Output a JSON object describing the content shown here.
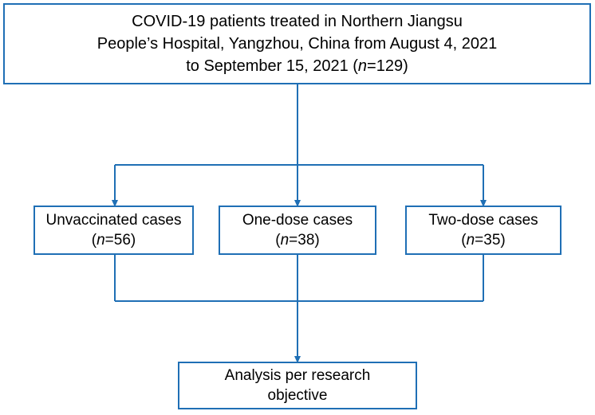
{
  "colors": {
    "stroke": "#1f6fb5",
    "text": "#000000",
    "background": "#ffffff"
  },
  "nodes": {
    "source": {
      "line1": "COVID-19 patients treated in Northern Jiangsu",
      "line2": "People’s Hospital, Yangzhou, China from August 4, 2021",
      "line3_prefix": "to September 15, 2021 (",
      "n_symbol": "n",
      "line3_suffix": "=129)"
    },
    "unvaccinated": {
      "label": "Unvaccinated cases",
      "open": "(",
      "n_symbol": "n",
      "count": "=56)"
    },
    "one_dose": {
      "label": "One-dose cases",
      "open": "(",
      "n_symbol": "n",
      "count": "=38)"
    },
    "two_dose": {
      "label": "Two-dose cases",
      "open": "(",
      "n_symbol": "n",
      "count": "=35)"
    },
    "analysis": {
      "line1": "Analysis per research",
      "line2": "objective"
    }
  }
}
